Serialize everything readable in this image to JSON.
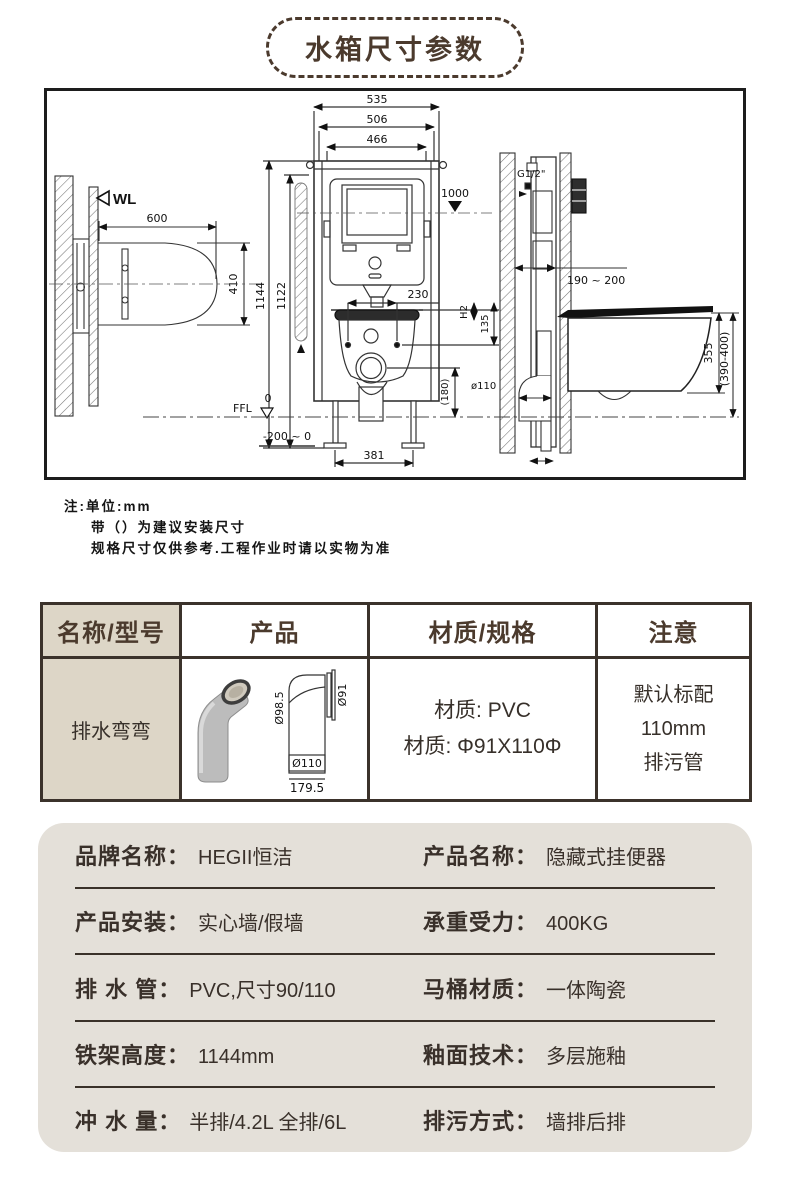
{
  "title": {
    "text": "水箱尺寸参数"
  },
  "colors": {
    "brown": "#4b3a2d",
    "table_border": "#3b322b",
    "shade": "#ddd6c7",
    "panel_bg": "#e4e0d9"
  },
  "diagram": {
    "labels": {
      "wl": "WL",
      "d600": "600",
      "d410": "410",
      "d535": "535",
      "d506": "506",
      "d466": "466",
      "d1000": "1000",
      "d1144": "1144",
      "d1122": "1122",
      "d230": "230",
      "h2": "H2",
      "d135": "135",
      "d180": "(180)",
      "dia110": "ø110",
      "ffl": "FFL",
      "zero": "0",
      "neg200": "-200 ~ 0",
      "d381": "381",
      "g12": "G1/2\"",
      "d190_200": "190 ~ 200",
      "d355": "355",
      "d390_400": "(390-400)"
    }
  },
  "notes": {
    "line1": "注:单位:mm",
    "line2": "带（）为建议安装尺寸",
    "line3": "规格尺寸仅供参考.工程作业时请以实物为准"
  },
  "table": {
    "headers": [
      "名称/型号",
      "产品",
      "材质/规格",
      "注意"
    ],
    "row": {
      "name": "排水弯弯",
      "product_labels": {
        "dia985": "Ø98.5",
        "dia91": "Ø91",
        "dia110": "Ø110",
        "length": "179.5"
      },
      "material_line1": "材质: PVC",
      "material_line2": "材质: Φ91X110Φ",
      "note_line1": "默认标配",
      "note_line2": "110mm",
      "note_line3": "排污管"
    }
  },
  "specs": {
    "rows": [
      {
        "left_label": "品牌名称：",
        "left_value": "HEGII恒洁",
        "right_label": "产品名称：",
        "right_value": "隐藏式挂便器"
      },
      {
        "left_label": "产品安装：",
        "left_value": "实心墙/假墙",
        "right_label": "承重受力：",
        "right_value": "400KG"
      },
      {
        "left_label": "排 水 管：",
        "left_value": "PVC,尺寸90/110",
        "right_label": "马桶材质：",
        "right_value": "一体陶瓷"
      },
      {
        "left_label": "铁架高度：",
        "left_value": "1144mm",
        "right_label": "釉面技术：",
        "right_value": "多层施釉"
      },
      {
        "left_label": "冲 水 量：",
        "left_value": "半排/4.2L 全排/6L",
        "right_label": "排污方式：",
        "right_value": "墙排后排"
      }
    ]
  }
}
